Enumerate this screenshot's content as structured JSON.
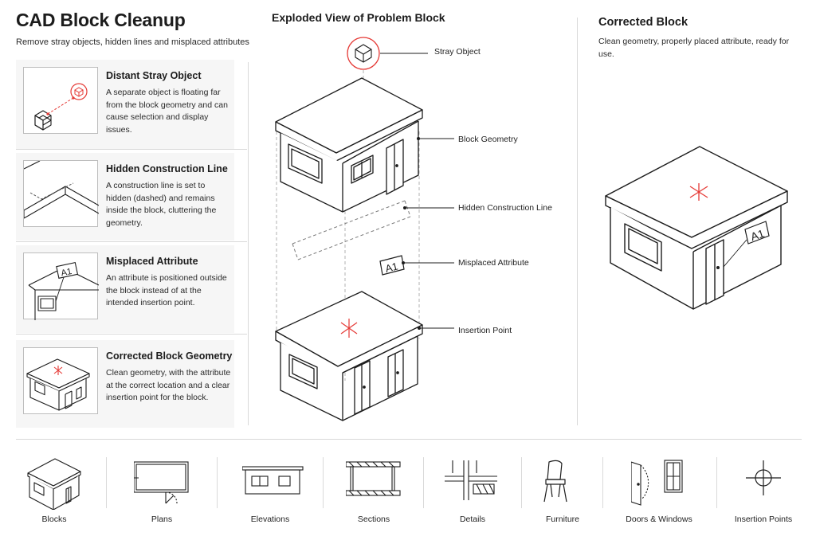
{
  "header": {
    "title": "CAD Block Cleanup",
    "subtitle": "Remove stray objects, hidden lines and misplaced attributes"
  },
  "issues": [
    {
      "title": "Distant Stray Object",
      "description": "A separate object is floating far from the block geometry and can cause selection and display issues."
    },
    {
      "title": "Hidden Construction Line",
      "description": "A construction line is set to hidden (dashed) and remains inside the block, cluttering the geometry."
    },
    {
      "title": "Misplaced Attribute",
      "description": "An attribute is positioned outside the block instead of at the intended insertion point."
    },
    {
      "title": "Corrected Block Geometry",
      "description": "Clean geometry, with the attribute at the correct location and a clear insertion point for the block."
    }
  ],
  "exploded": {
    "title": "Exploded View of Problem Block",
    "callouts": [
      "Stray Object",
      "Block Geometry",
      "Hidden Construction Line",
      "Misplaced Attribute",
      "Insertion Point"
    ],
    "attribute_tag": "A1"
  },
  "corrected": {
    "title": "Corrected Block",
    "description": "Clean geometry, properly placed attribute, ready for use.",
    "attribute_tag": "A1"
  },
  "categories": [
    "Blocks",
    "Plans",
    "Elevations",
    "Sections",
    "Details",
    "Furniture",
    "Doors & Windows",
    "Insertion Points"
  ],
  "colors": {
    "accent": "#e53935",
    "line": "#1c1c1c",
    "panel": "#f6f6f6"
  }
}
